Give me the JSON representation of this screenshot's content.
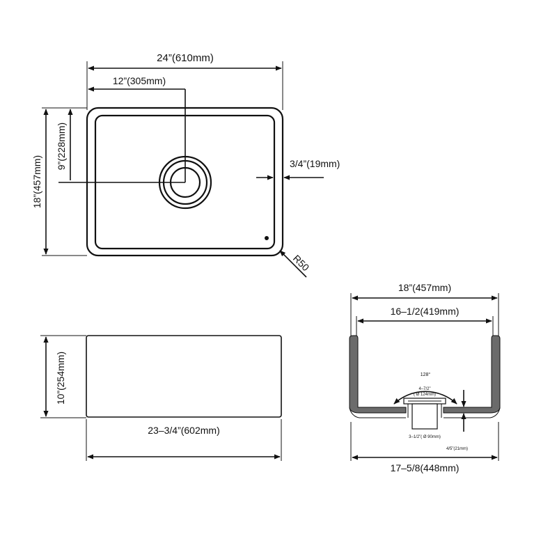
{
  "top_view": {
    "overall_width": "24”(610mm)",
    "drain_offset_x": "12”(305mm)",
    "overall_depth": "18”(457mm)",
    "drain_offset_y": "9”(228mm)",
    "rim_thickness": "3/4”(19mm)",
    "corner_radius": "R50"
  },
  "front_view": {
    "height": "10”(254mm)",
    "bottom_width": "23–3/4”(602mm)"
  },
  "side_view": {
    "outer_width": "18”(457mm)",
    "inner_width": "16–1/2(419mm)",
    "angle": "128°",
    "drain_top_diameter": "4–7/2”",
    "drain_top_mm": "( Ø 124mm)",
    "drain_bottom_diameter": "3–1/2”( Ø 90mm)",
    "bottom_thickness": "4/5”(21mm)",
    "bottom_width": "17–5/8(448mm)"
  }
}
